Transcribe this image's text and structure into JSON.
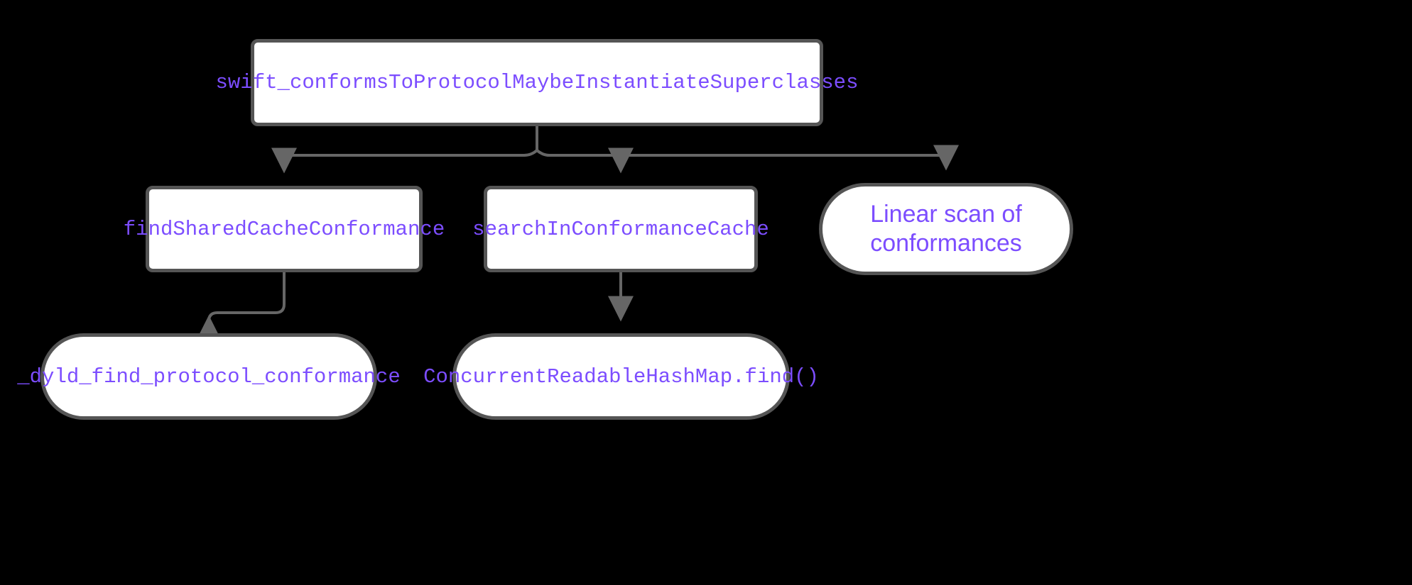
{
  "diagram": {
    "title": "swift_conformsToProtocolMaybeInstantiateSuperclasses lookup flow",
    "type": "flowchart",
    "direction": "top-down",
    "background_color": "#000000",
    "node_fill_color": "#FFFFFF",
    "node_border_color": "#555555",
    "node_text_color": "#7C4DFF",
    "edge_color": "#666666",
    "nodes": [
      {
        "id": "root",
        "label": "swift_conformsToProtocolMaybeInstantiateSuperclasses",
        "shape": "rounded-rectangle",
        "font": "monospace",
        "level": 0
      },
      {
        "id": "findshared",
        "label": "findSharedCacheConformance",
        "shape": "rounded-rectangle",
        "font": "monospace",
        "level": 1
      },
      {
        "id": "searchin",
        "label": "searchInConformanceCache",
        "shape": "rounded-rectangle",
        "font": "monospace",
        "level": 1
      },
      {
        "id": "linear",
        "label": "Linear scan of conformances",
        "label_line_1": "Linear scan of",
        "label_line_2": "conformances",
        "shape": "stadium",
        "font": "sans-serif",
        "level": 1
      },
      {
        "id": "dyld",
        "label": "_dyld_find_protocol_conformance",
        "shape": "stadium",
        "font": "monospace",
        "level": 2
      },
      {
        "id": "hashmap",
        "label": "ConcurrentReadableHashMap.find()",
        "shape": "stadium",
        "font": "monospace",
        "level": 2
      }
    ],
    "edges": [
      {
        "from": "root",
        "to": "findshared",
        "style": "orthogonal",
        "arrow": "arrowhead"
      },
      {
        "from": "root",
        "to": "searchin",
        "style": "orthogonal",
        "arrow": "arrowhead"
      },
      {
        "from": "root",
        "to": "linear",
        "style": "orthogonal",
        "arrow": "arrowhead"
      },
      {
        "from": "findshared",
        "to": "dyld",
        "style": "elbow",
        "arrow": "arrowhead"
      },
      {
        "from": "searchin",
        "to": "hashmap",
        "style": "straight",
        "arrow": "arrowhead"
      }
    ]
  }
}
